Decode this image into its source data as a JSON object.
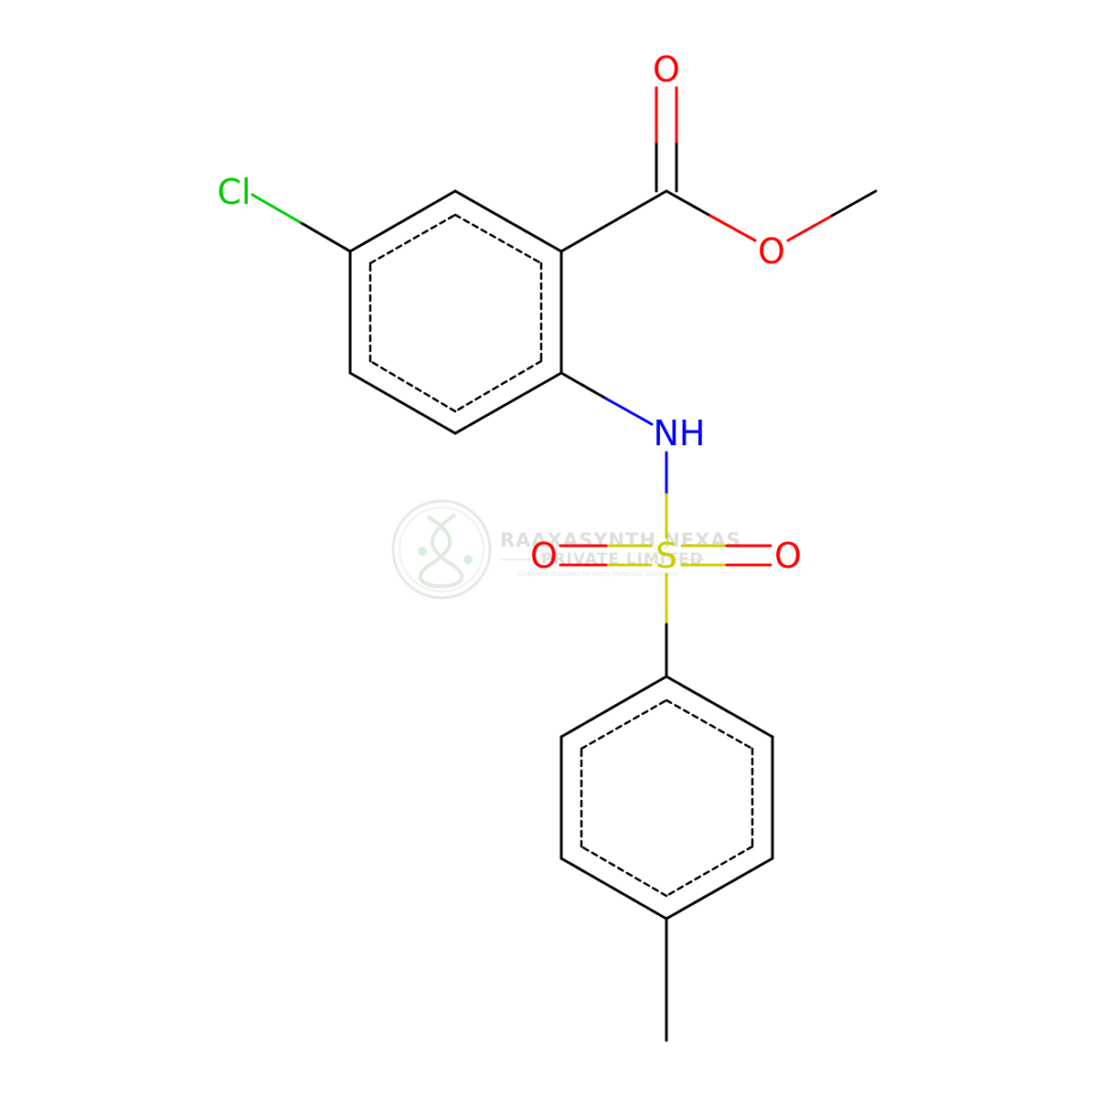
{
  "molecule": {
    "atoms": {
      "cl": {
        "text": "Cl",
        "color": "#00cc00"
      },
      "o_carbonyl": {
        "text": "O",
        "color": "#ff0000"
      },
      "o_ester": {
        "text": "O",
        "color": "#ff0000"
      },
      "nh": {
        "text": "NH",
        "color": "#0000ff"
      },
      "s": {
        "text": "S",
        "color": "#cccc00"
      },
      "o_sulfonyl_left": {
        "text": "O",
        "color": "#ff0000"
      },
      "o_sulfonyl_right": {
        "text": "O",
        "color": "#ff0000"
      }
    },
    "bond_color": "#000000"
  },
  "watermark": {
    "company": "RAAXASYNTH NEXAS",
    "subtitle": "PRIVATE LIMITED",
    "tagline": "Complete Solutions for every Molecular Discovery",
    "logo": "dna-helix-logo",
    "color": "#d9dcd9"
  }
}
